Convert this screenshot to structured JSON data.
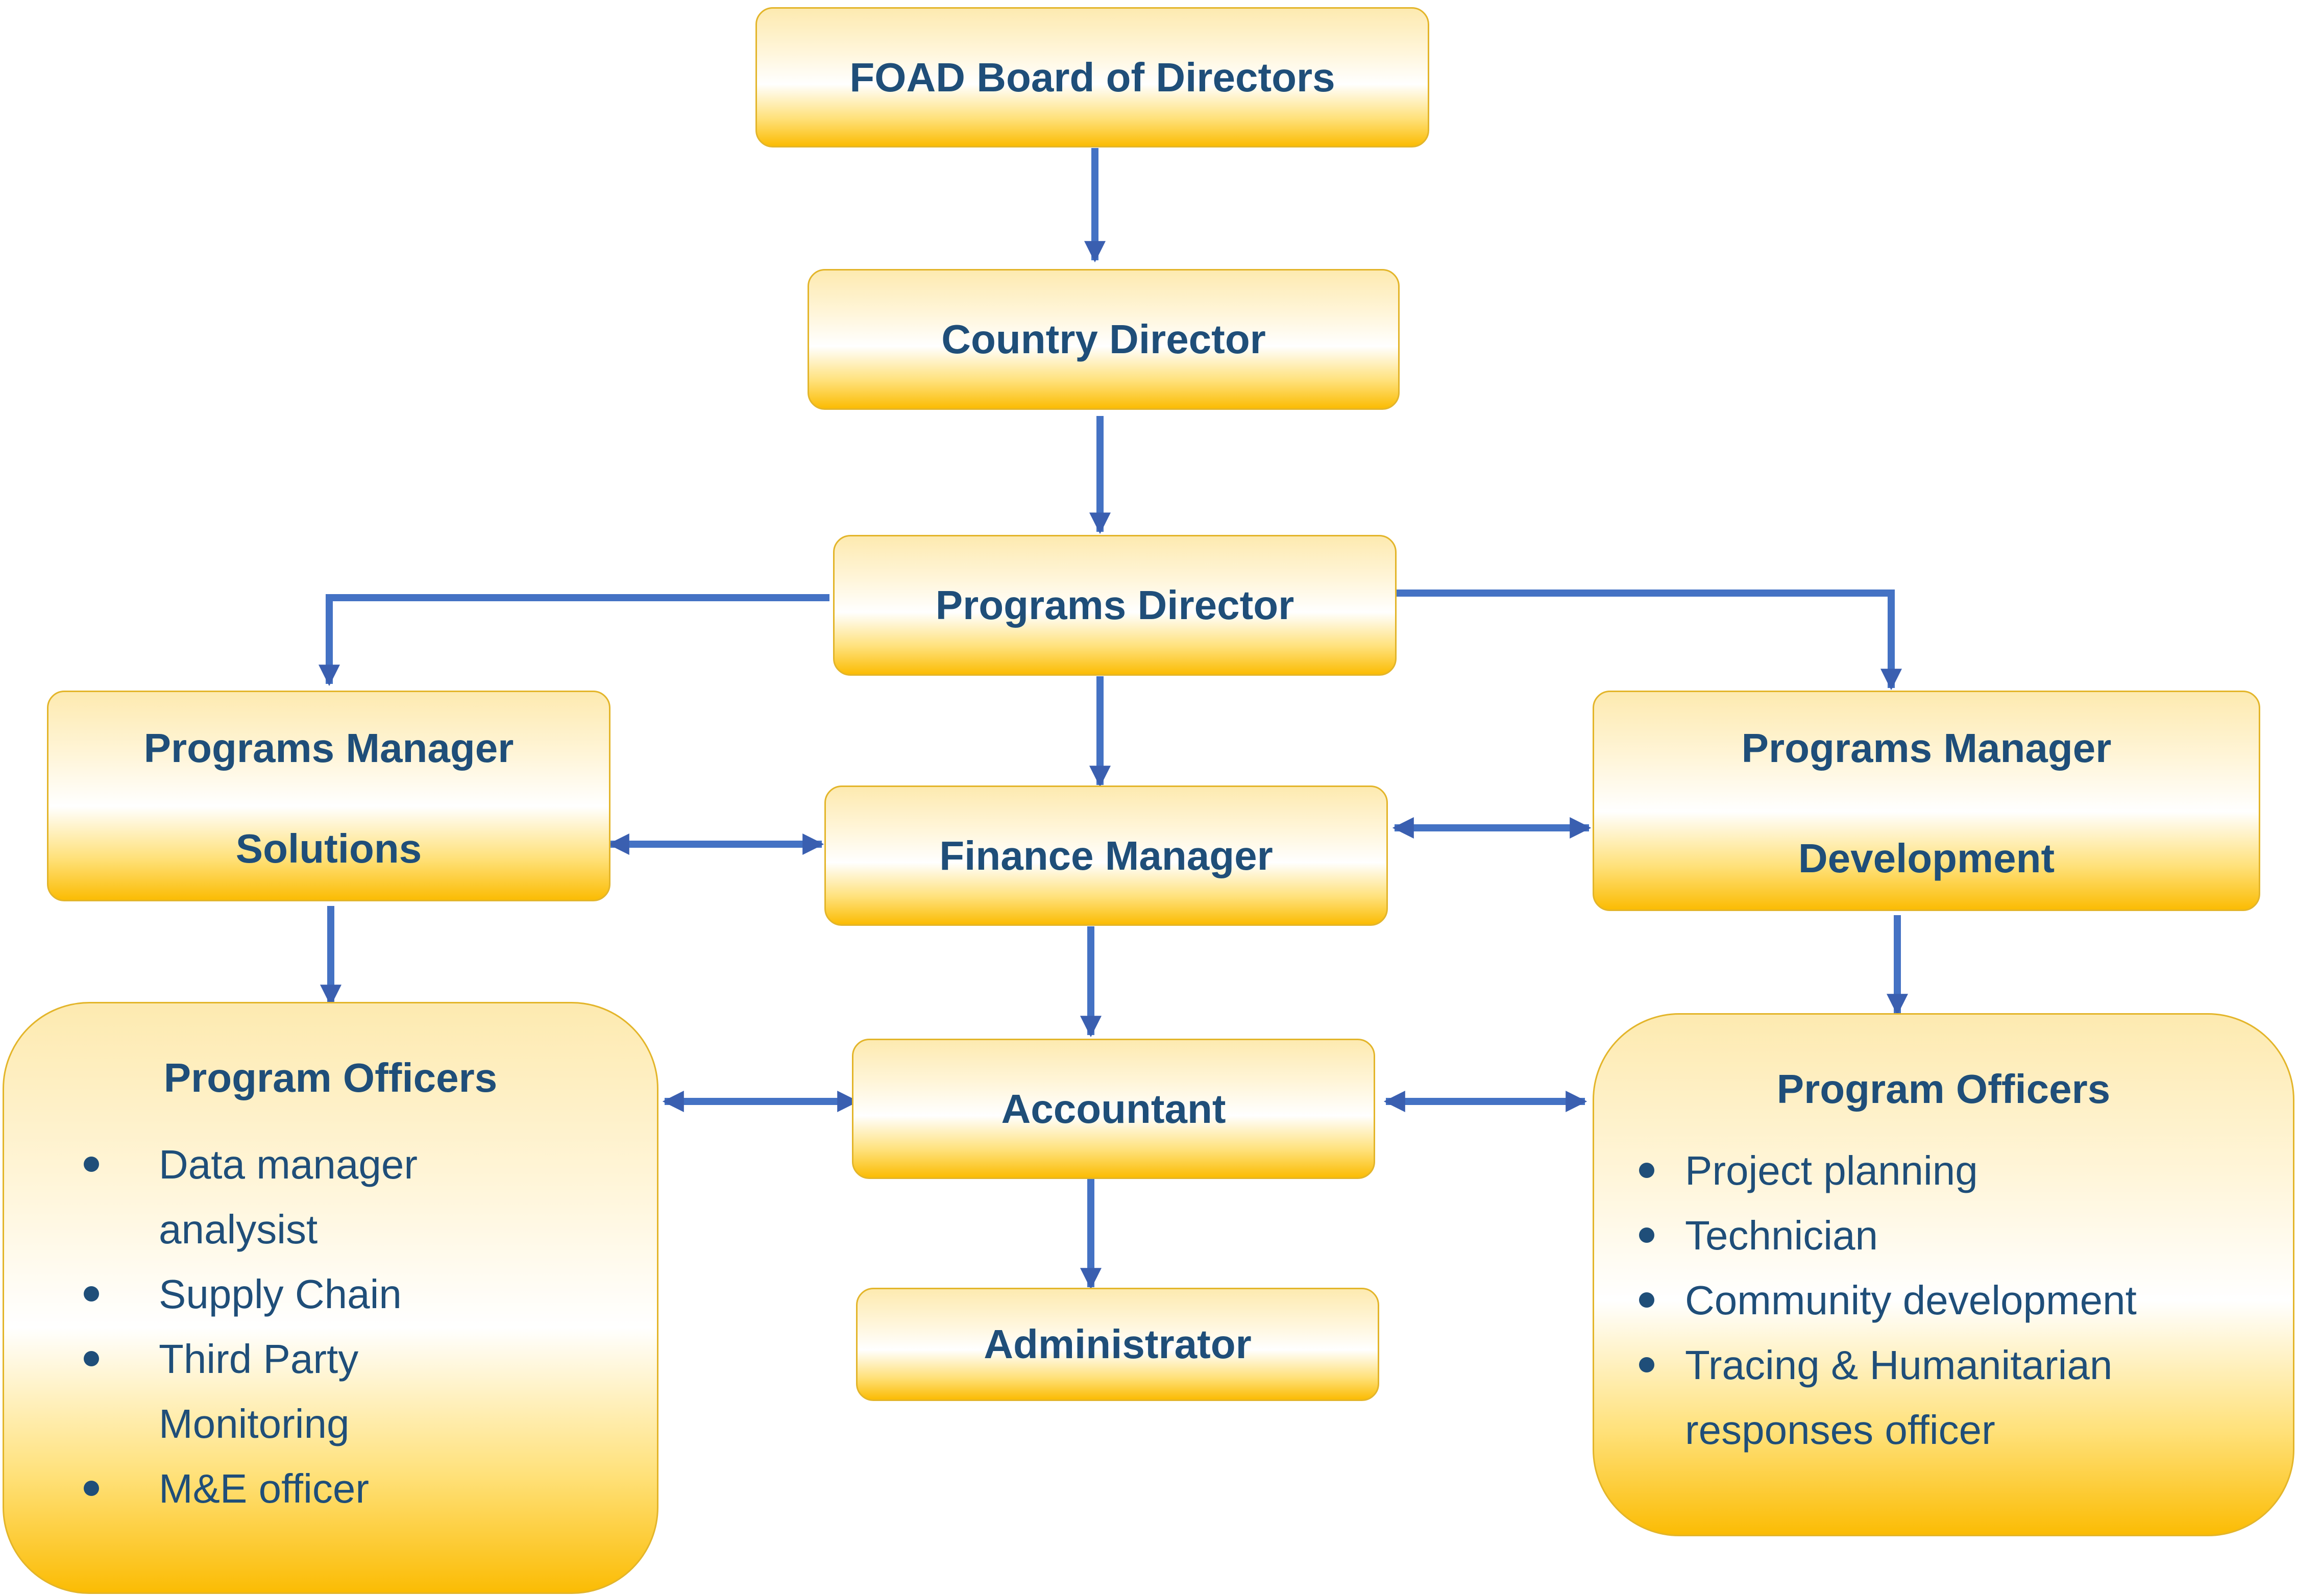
{
  "nodes": {
    "board": "FOAD Board of Directors",
    "country_director": "Country Director",
    "programs_director": "Programs Director",
    "pm_solutions": {
      "line1": "Programs Manager",
      "line2": "Solutions"
    },
    "pm_development": {
      "line1": "Programs Manager",
      "line2": "Development"
    },
    "finance_manager": "Finance Manager",
    "accountant": "Accountant",
    "administrator": "Administrator"
  },
  "officers_left": {
    "title": "Program Officers",
    "items": [
      {
        "line1": "Data manager",
        "line2": "analysist"
      },
      {
        "line1": "Supply Chain"
      },
      {
        "line1": "Third Party",
        "line2": "Monitoring"
      },
      {
        "line1": "M&E officer"
      }
    ]
  },
  "officers_right": {
    "title": "Program Officers",
    "items": [
      {
        "line1": "Project planning"
      },
      {
        "line1": "Technician"
      },
      {
        "line1": "Community development"
      },
      {
        "line1": "Tracing & Humanitarian",
        "line2": "responses officer"
      }
    ]
  },
  "colors": {
    "text": "#1f4e79",
    "connector": "#4472c4",
    "box_border": "#e3b52a",
    "gradient_bottom": "#fbbc04"
  }
}
